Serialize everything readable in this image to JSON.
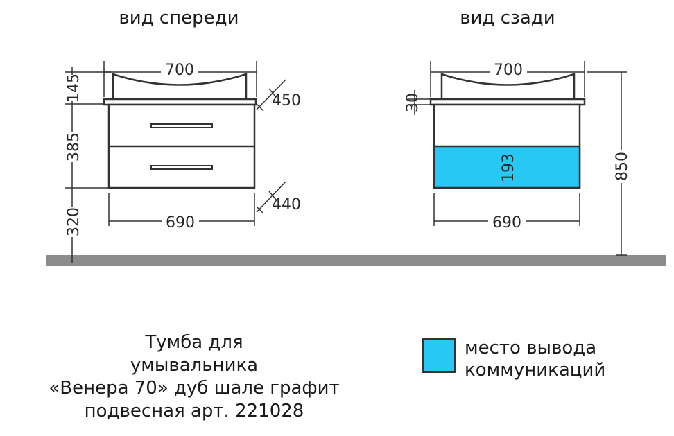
{
  "views": {
    "front_title": "вид спереди",
    "back_title": "вид сзади"
  },
  "dimensions": {
    "front_top_width": "700",
    "front_bottom_width": "690",
    "front_sink_height": "145",
    "front_body_height": "385",
    "front_wall_gap": "320",
    "front_depth_top": "450",
    "front_depth_bottom": "440",
    "back_top_width": "700",
    "back_bottom_width": "690",
    "back_counter_thickness": "30",
    "back_zone_height": "193",
    "back_total_height": "850"
  },
  "caption": {
    "line1": "Тумба для",
    "line2": "умывальника",
    "line3": "«Венера 70» дуб шале графит",
    "line4": "подвесная арт. 221028"
  },
  "legend": {
    "label_line1": "место вывода",
    "label_line2": "коммуникаций"
  },
  "colors": {
    "communications_zone": "#28c8f5",
    "floor": "#8c8c8c",
    "outline": "#333333"
  }
}
